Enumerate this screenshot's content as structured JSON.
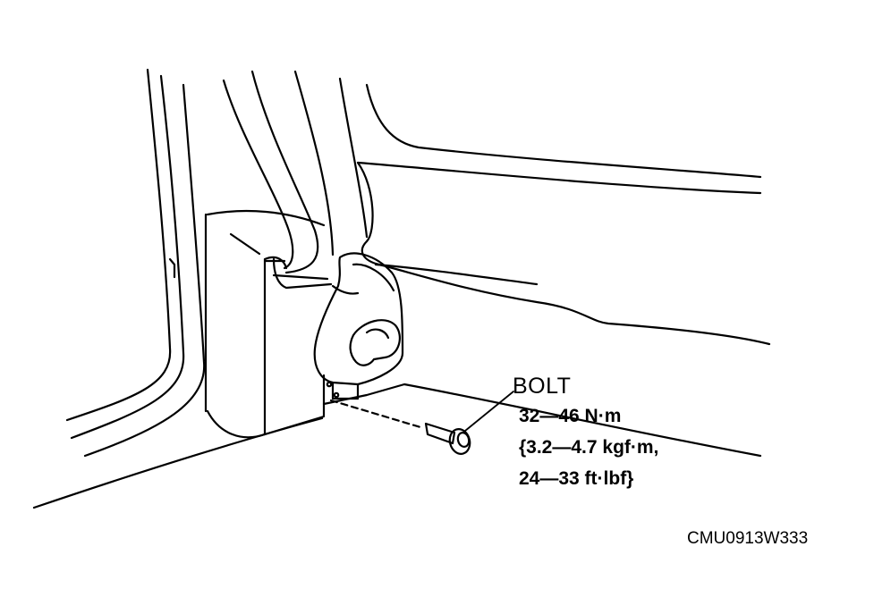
{
  "callout": {
    "part_label": "BOLT",
    "torque_nm": "32—46 N·m",
    "torque_kgfm": "{3.2—4.7 kgf·m,",
    "torque_ftlbf": "24—33 ft·lbf}"
  },
  "figure_id": "CMU0913W333",
  "colors": {
    "ink": "#000000",
    "paper": "#ffffff"
  }
}
